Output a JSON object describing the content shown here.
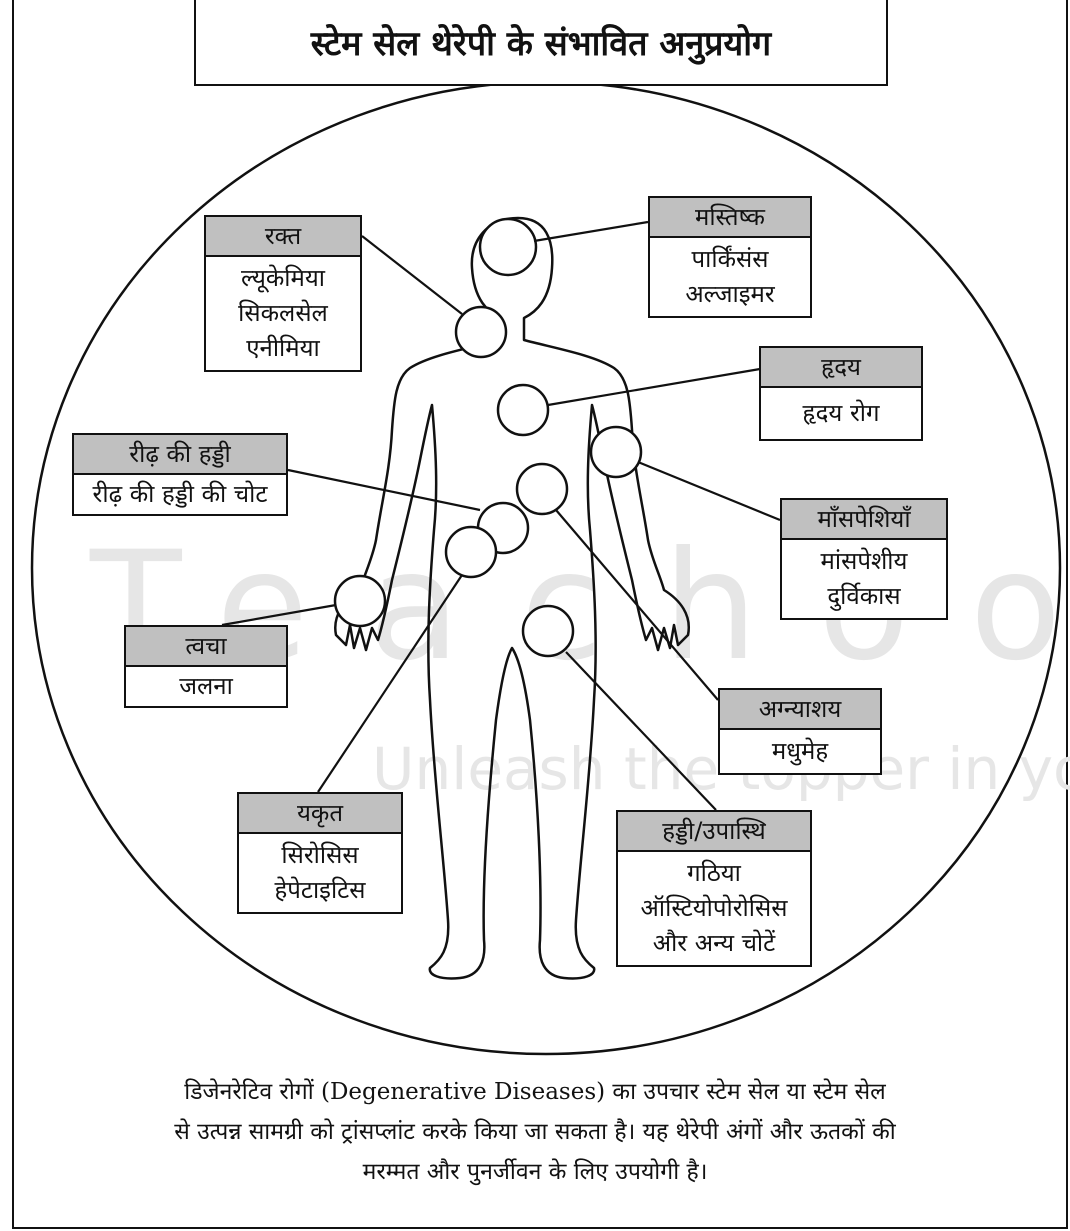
{
  "title": "स्टेम सेल थेरेपी के संभावित अनुप्रयोग",
  "boxes": {
    "brain": {
      "head": "मस्तिष्क",
      "lines": [
        "पार्किंसंस",
        "अल्जाइमर"
      ]
    },
    "blood": {
      "head": "रक्त",
      "lines": [
        "ल्यूकेमिया",
        "सिकलसेल",
        "एनीमिया"
      ]
    },
    "heart": {
      "head": "हृदय",
      "lines": [
        "हृदय रोग"
      ]
    },
    "spine": {
      "head": "रीढ़ की हड्डी",
      "lines": [
        "रीढ़ की हड्डी की चोट"
      ]
    },
    "muscle": {
      "head": "माँसपेशियाँ",
      "lines": [
        "मांसपेशीय",
        "दुर्विकास"
      ]
    },
    "skin": {
      "head": "त्वचा",
      "lines": [
        "जलना"
      ]
    },
    "pancreas": {
      "head": "अग्न्याशय",
      "lines": [
        "मधुमेह"
      ]
    },
    "liver": {
      "head": "यकृत",
      "lines": [
        "सिरोसिस",
        "हेपेटाइटिस"
      ]
    },
    "bone": {
      "head": "हड्डी/उपास्थि",
      "lines": [
        "गठिया",
        "ऑस्टियोपोरोसिस",
        "और अन्य चोटें"
      ]
    }
  },
  "caption": [
    "डिजेनरेटिव रोगों (Degenerative Diseases) का उपचार स्टेम सेल या स्टेम सेल",
    "से उत्पन्न सामग्री को ट्रांसप्लांट करके किया जा सकता है। यह थेरेपी अंगों और ऊतकों की",
    "मरम्मत और पुनर्जीवन के लिए उपयोगी है।"
  ],
  "watermark": {
    "brand": "Teachoo",
    "tagline": "Unleash the topper in yo"
  }
}
